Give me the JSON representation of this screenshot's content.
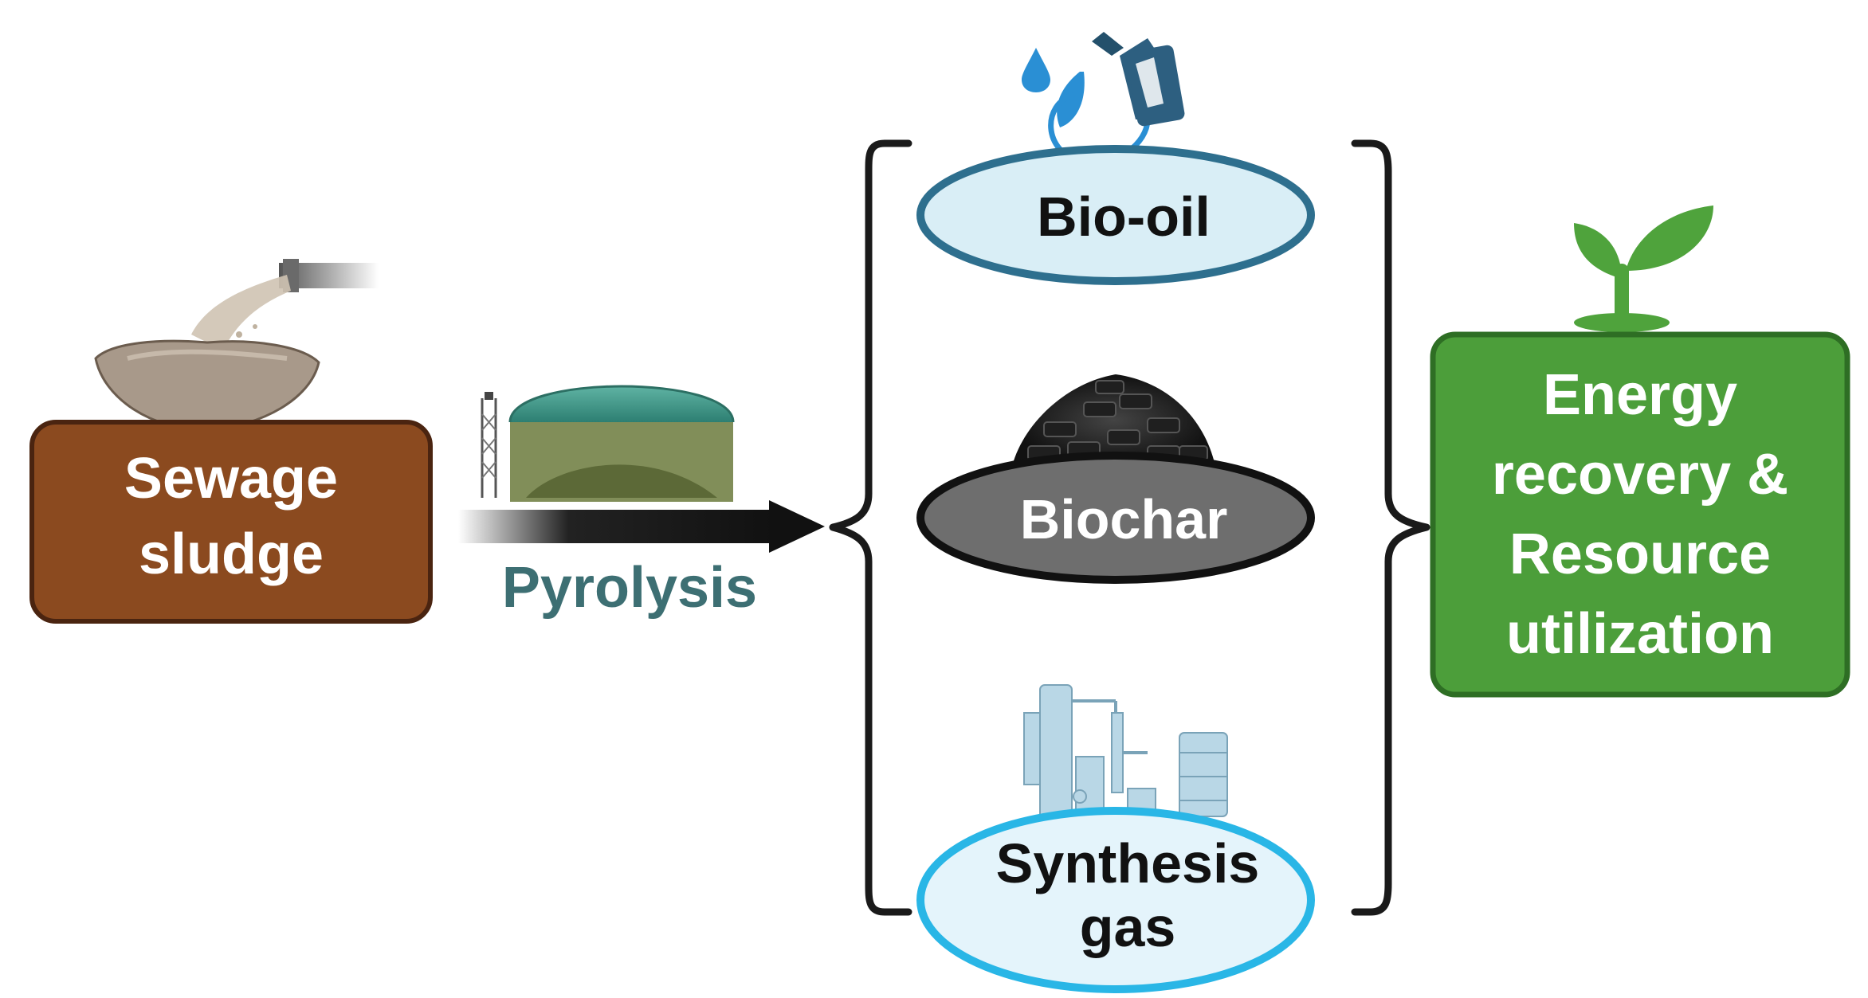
{
  "source": {
    "line1": "Sewage",
    "line2": "sludge"
  },
  "process": {
    "label": "Pyrolysis"
  },
  "products": {
    "bio_oil": "Bio-oil",
    "biochar": "Biochar",
    "syngas_line1": "Synthesis",
    "syngas_line2": "gas"
  },
  "outcome": {
    "line1": "Energy",
    "line2": "recovery &",
    "line3": "Resource",
    "line4": "utilization"
  },
  "colors": {
    "sludge_box": "#8b4a1f",
    "sludge_border": "#4a2410",
    "pyrolysis_text": "#3d6f73",
    "bio_oil_fill": "#d9eef6",
    "bio_oil_border": "#2e6f8e",
    "biochar_fill": "#6e6e6e",
    "syngas_fill": "#e4f4fb",
    "syngas_border": "#29b6e6",
    "outcome_box": "#4c9e3a",
    "outcome_border": "#2e6e24",
    "sprout": "#4fa33c"
  },
  "icons": [
    "pipe-icon",
    "sludge-pile-icon",
    "reactor-icon",
    "oil-drop-icon",
    "fuel-can-icon",
    "charcoal-pile-icon",
    "gas-plant-icon",
    "sprout-icon",
    "brace-left-icon",
    "brace-right-icon",
    "arrow-right-icon"
  ]
}
